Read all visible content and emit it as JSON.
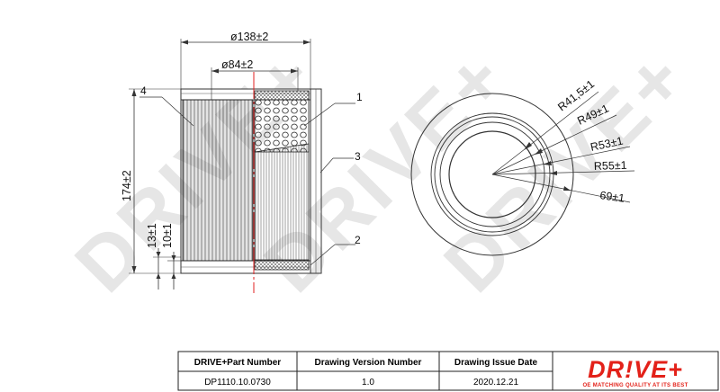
{
  "watermark": {
    "text": "DRIVE+"
  },
  "side_view": {
    "dim_outer_diameter": "ø138±2",
    "dim_inner_diameter": "ø84±2",
    "dim_height": "174±2",
    "dim_13": "13±1",
    "dim_10": "10±1",
    "callouts": [
      "1",
      "2",
      "3",
      "4"
    ]
  },
  "top_view": {
    "radii": [
      "R41,5±1",
      "R49±1",
      "R53±1",
      "R55±1",
      "69±1"
    ]
  },
  "title_block": {
    "headers": [
      "DRIVE+Part Number",
      "Drawing Version Number",
      "Drawing Issue Date"
    ],
    "values": [
      "DP1110.10.0730",
      "1.0",
      "2020.12.21"
    ],
    "logo_text": "DR!VE+",
    "logo_tagline": "OE MATCHING QUALITY AT ITS BEST",
    "logo_color": "#e32119"
  }
}
